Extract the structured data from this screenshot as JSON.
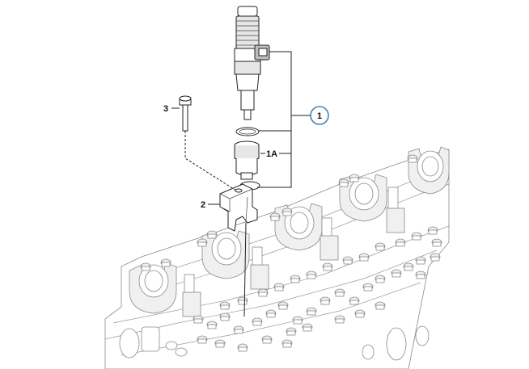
{
  "callouts": {
    "c1": "1",
    "c1a": "1A",
    "c2": "2",
    "c3": "3"
  },
  "colors": {
    "callout_circle": "#4a7fb5",
    "linework": "#222222",
    "background_linework": "#8a8a8a"
  }
}
